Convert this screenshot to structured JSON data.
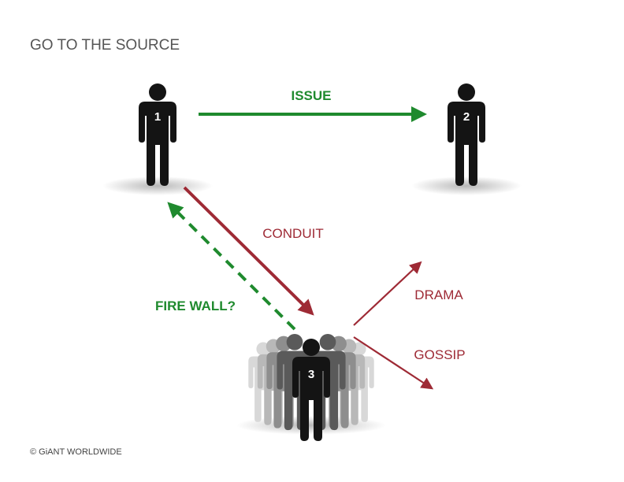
{
  "title": "GO TO THE SOURCE",
  "persons": [
    {
      "number": "1"
    },
    {
      "number": "2"
    }
  ],
  "crowd": {
    "number": "3"
  },
  "arrows": {
    "issue": {
      "label": "ISSUE",
      "color": "#1f8a2e"
    },
    "conduit": {
      "label": "CONDUIT",
      "color": "#9e2a35"
    },
    "firewall": {
      "label": "FIRE WALL?",
      "color": "#1f8a2e",
      "style": "dashed"
    },
    "drama": {
      "label": "DRAMA",
      "color": "#9e2a35"
    },
    "gossip": {
      "label": "GOSSIP",
      "color": "#9e2a35"
    }
  },
  "copyright": "© GiANT WORLDWIDE"
}
